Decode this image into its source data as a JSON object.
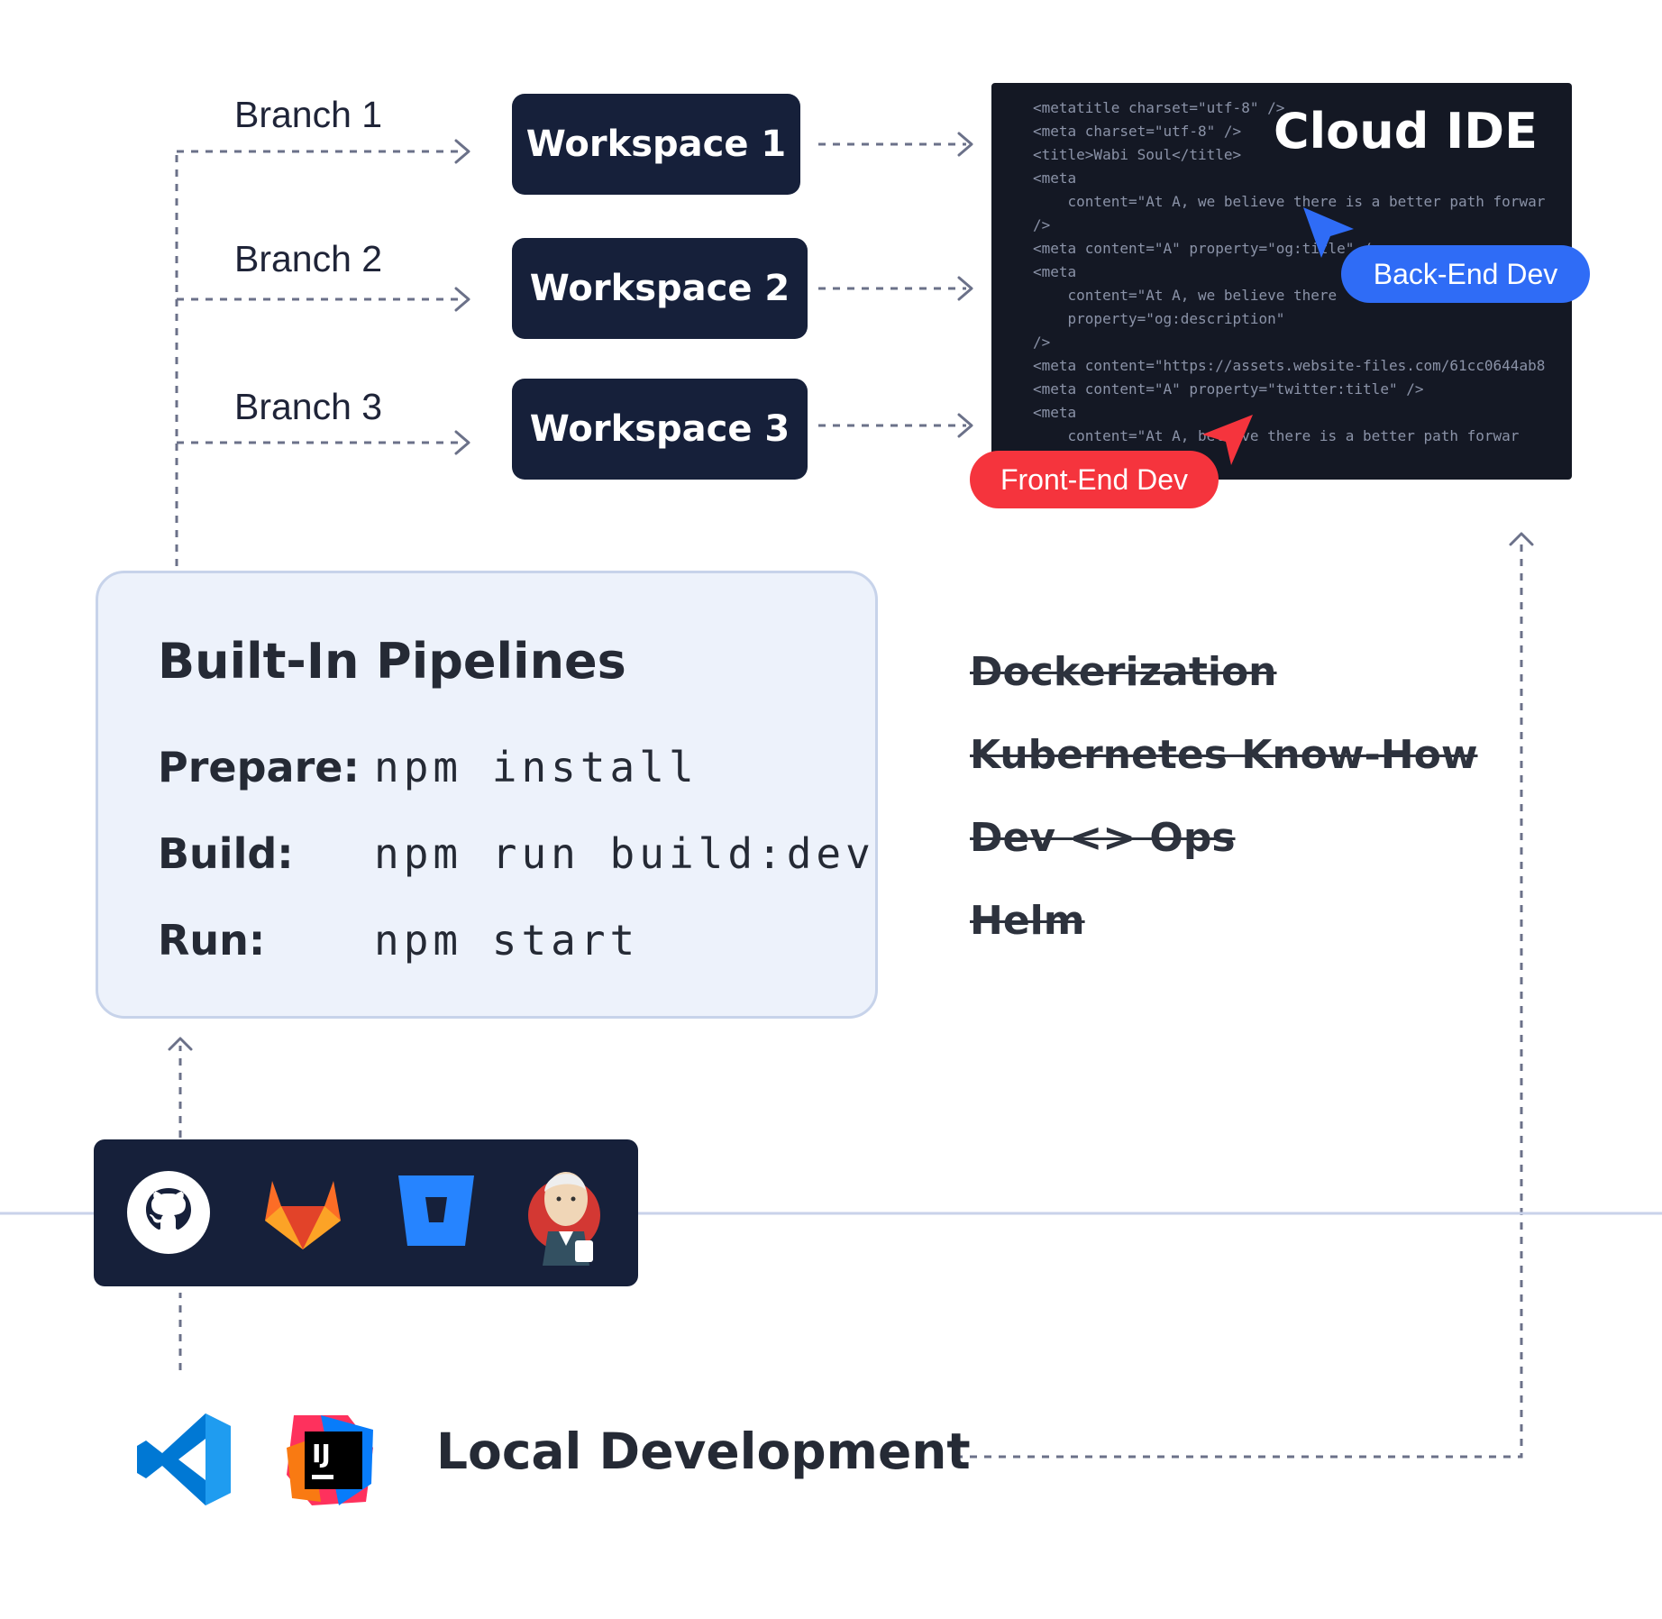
{
  "branches": [
    {
      "label": "Branch 1"
    },
    {
      "label": "Branch 2"
    },
    {
      "label": "Branch 3"
    }
  ],
  "workspaces": [
    {
      "label": "Workspace 1"
    },
    {
      "label": "Workspace 2"
    },
    {
      "label": "Workspace 3"
    }
  ],
  "cloud_ide": {
    "title": "Cloud IDE",
    "code_lines": [
      "<metatitle charset=\"utf-8\" />",
      "<meta charset=\"utf-8\" />",
      "<title>Wabi Soul</title>",
      "<meta",
      "    content=\"At A, we believe there is a better path forwar",
      "/>",
      "<meta content=\"A\" property=\"og:title\" />",
      "<meta",
      "    content=\"At A, we believe there",
      "    property=\"og:description\"",
      "/>",
      "<meta content=\"https://assets.website-files.com/61cc0644ab8",
      "<meta content=\"A\" property=\"twitter:title\" />",
      "<meta",
      "    content=\"At A, believe there is a better path forwar"
    ],
    "back_end_label": "Back-End Dev",
    "front_end_label": "Front-End Dev",
    "back_end_color": "#2f6cf6",
    "front_end_color": "#f5343d"
  },
  "pipelines": {
    "title": "Built-In Pipelines",
    "steps": [
      {
        "key": "Prepare:",
        "command": "npm install"
      },
      {
        "key": "Build:",
        "command": "npm run build:dev"
      },
      {
        "key": "Run:",
        "command": "npm start"
      }
    ]
  },
  "crossed_out": [
    "Dockerization",
    "Kubernetes Know-How",
    "Dev <> Ops",
    "Helm"
  ],
  "integrations": [
    "github-icon",
    "gitlab-icon",
    "bitbucket-icon",
    "jenkins-icon"
  ],
  "local": {
    "label": "Local Development",
    "editors": [
      "vscode-icon",
      "intellij-icon"
    ]
  }
}
